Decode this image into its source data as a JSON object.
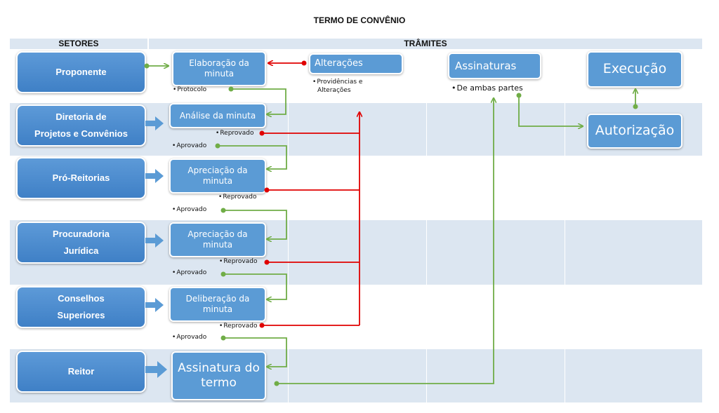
{
  "title": "TERMO DE CONVÊNIO",
  "headers": {
    "sectors": "SETORES",
    "steps": "TRÂMITES"
  },
  "sectors": [
    {
      "line1": "Proponente",
      "line2": ""
    },
    {
      "line1": "Diretoria de",
      "line2": "Projetos e Convênios"
    },
    {
      "line1": "Pró-Reitorias",
      "line2": ""
    },
    {
      "line1": "Procuradoria",
      "line2": "Jurídica"
    },
    {
      "line1": "Conselhos",
      "line2": "Superiores"
    },
    {
      "line1": "Reitor",
      "line2": ""
    }
  ],
  "steps": {
    "elaboracao": {
      "line1": "Elaboração da",
      "line2": "minuta"
    },
    "analise": {
      "line1": "Análise da minuta"
    },
    "apreciacao1": {
      "line1": "Apreciação da",
      "line2": "minuta"
    },
    "apreciacao2": {
      "line1": "Apreciação da",
      "line2": "minuta"
    },
    "deliberacao": {
      "line1": "Deliberação da",
      "line2": "minuta"
    },
    "assinatura_termo": {
      "line1": "Assinatura do",
      "line2": "termo"
    },
    "alteracoes": "Alterações",
    "assinaturas": "Assinaturas",
    "execucao": "Execução",
    "autorizacao": "Autorização"
  },
  "notes": {
    "protocolo": "Protocolo",
    "providencias_1": "Providências e",
    "providencias_2": "Alterações",
    "ambas_partes": "De ambas partes",
    "reprovado": "Reprovado",
    "aprovado": "Aprovado"
  },
  "colors": {
    "approve": "#70ad47",
    "reject": "#e00000",
    "box": "#5b9bd5",
    "band": "#dce6f1"
  }
}
